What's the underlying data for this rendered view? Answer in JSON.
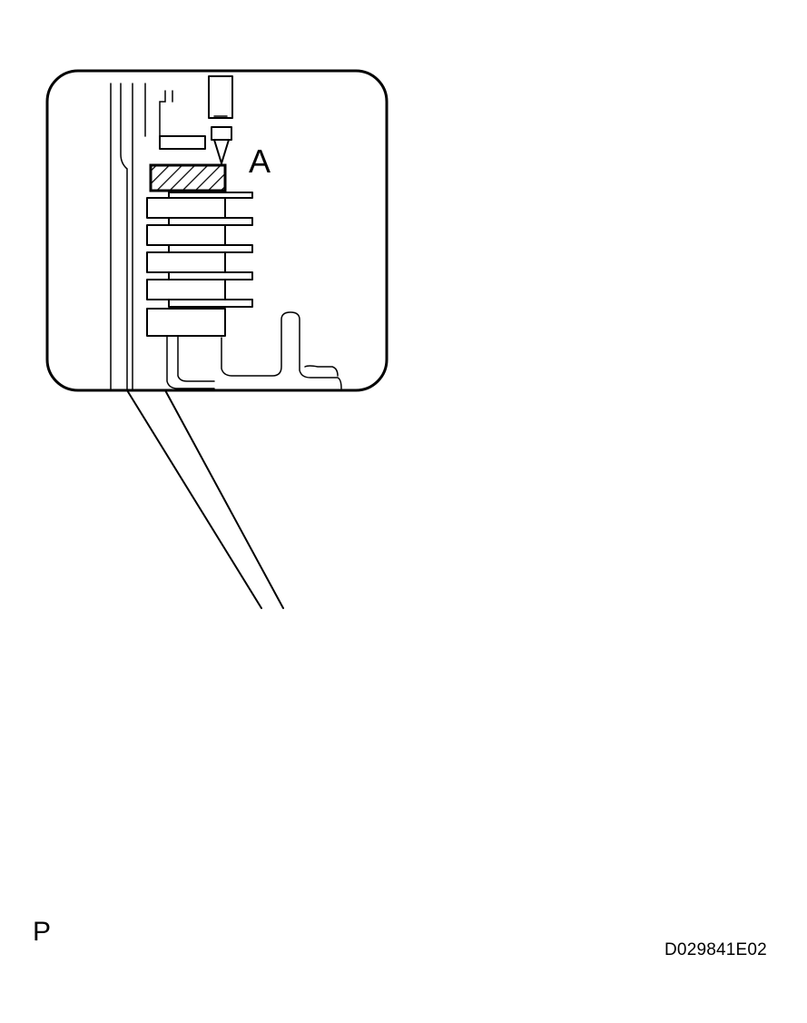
{
  "labels": {
    "part_marker": "A",
    "view_code": "P",
    "drawing_id": "D029841E02"
  },
  "colors": {
    "ink": "#000000",
    "paper": "#ffffff"
  },
  "icons": [
    "dial-indicator-icon",
    "arrow-pointer-icon",
    "hand-icon"
  ]
}
